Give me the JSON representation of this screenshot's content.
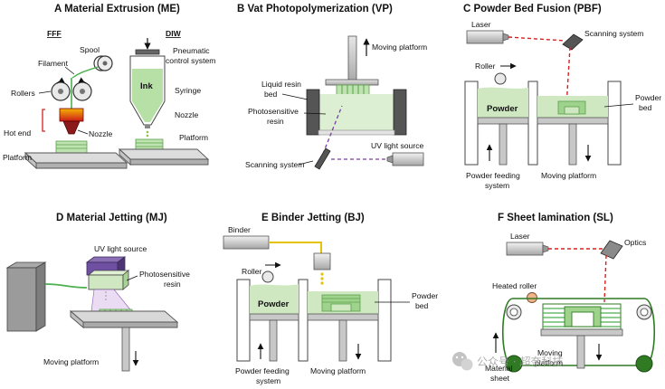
{
  "panels": {
    "a": {
      "title": "A  Material Extrusion (ME)",
      "fff": "FFF",
      "diw": "DIW",
      "spool": "Spool",
      "filament": "Filament",
      "rollers": "Rollers",
      "hot_end_1": "Hot end",
      "nozzle_fff": "Nozzle",
      "platform_fff": "Platform",
      "pneumatic_1": "Pneumatic",
      "pneumatic_2": "control system",
      "ink": "Ink",
      "syringe": "Syringe",
      "nozzle_diw": "Nozzle",
      "platform_diw": "Platform"
    },
    "b": {
      "title": "B  Vat Photopolymerization (VP)",
      "moving_platform": "Moving platform",
      "liquid_1": "Liquid resin",
      "liquid_2": "bed",
      "photo_1": "Photosensitive",
      "photo_2": "resin",
      "uv": "UV light source",
      "scanning": "Scanning system"
    },
    "c": {
      "title": "C  Powder Bed Fusion (PBF)",
      "laser": "Laser",
      "scanning": "Scanning system",
      "roller": "Roller",
      "powder": "Powder",
      "powder_bed_1": "Powder",
      "powder_bed_2": "bed",
      "feed_1": "Powder feeding",
      "feed_2": "system",
      "moving_platform": "Moving platform"
    },
    "d": {
      "title": "D  Material Jetting (MJ)",
      "uv": "UV light source",
      "photo_1": "Photosensitive",
      "photo_2": "resin",
      "moving_platform": "Moving platform"
    },
    "e": {
      "title": "E  Binder Jetting (BJ)",
      "binder": "Binder",
      "roller": "Roller",
      "powder": "Powder",
      "powder_bed_1": "Powder",
      "powder_bed_2": "bed",
      "feed_1": "Powder feeding",
      "feed_2": "system",
      "moving_platform": "Moving platform"
    },
    "f": {
      "title": "F  Sheet lamination (SL)",
      "laser": "Laser",
      "optics": "Optics",
      "heated_roller": "Heated roller",
      "moving_1": "Moving",
      "moving_2": "platform",
      "material_1": "Material",
      "material_2": "sheet"
    }
  },
  "watermark": "公众号 · 超奈科技",
  "colors": {
    "resin_green": "#cfe8c2",
    "part_green": "#7bc66a",
    "laser_red": "#d92020",
    "uv_purple": "#7a3ea8",
    "binder_yellow": "#e6c300",
    "hot_red": "#cc1a1a",
    "steel_gray": "#c8c8c8"
  }
}
